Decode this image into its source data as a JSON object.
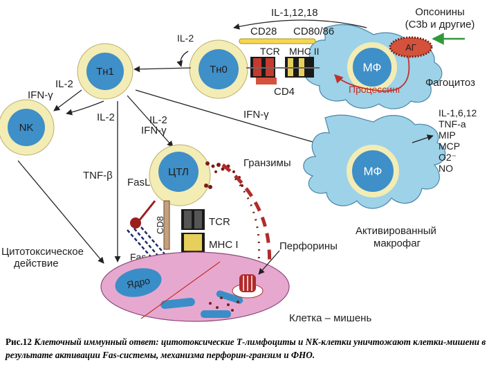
{
  "labels": {
    "il_1_12_18": "IL-1,12,18",
    "opsonins": "Опсонины",
    "c3b": "(C3b и другие)",
    "il2_top": "IL-2",
    "cd28": "CD28",
    "cd80_86": "CD80/86",
    "ag": "АГ",
    "th1": "Тн1",
    "th0": "Тн0",
    "tcr_top": "TCR",
    "mhc2": "MHC II",
    "mf_top": "МФ",
    "cd4": "CD4",
    "il2_left": "IL-2",
    "ifn_left": "IFN-γ",
    "processing": "Процессинг",
    "phagocytosis": "Фагоцитоз",
    "il2_mid1": "IL-2",
    "il2_mid2": "IL-2",
    "ifn_mid": "IFN-γ",
    "ifn_right": "IFN-γ",
    "nk": "NK",
    "cytokines": [
      "IL-1,6,12",
      "TNF-a",
      "MIP",
      "MCP",
      "O2⁻",
      "NO"
    ],
    "ctl": "ЦТЛ",
    "granzymes": "Гранзимы",
    "mf_bottom": "МФ",
    "tnf_b": "TNF-β",
    "fasl": "FasL",
    "cd8": "CD8",
    "tcr_bottom": "TCR",
    "mhc1": "MHC I",
    "activated_1": "Активированный",
    "activated_2": "макрофаг",
    "cytotoxic_1": "Цитотоксическое",
    "cytotoxic_2": "действие",
    "perforins": "Перфорины",
    "fas": "Fas",
    "nucleus": "Ядро",
    "target_cell": "Клетка – мишень"
  },
  "caption": {
    "number": "Рис.12",
    "text": "Клеточный иммунный ответ: цитотоксические Т-лимфоциты и NK-клетки уничтожают клетки-мишени в результате активации Fas-системы, механизма перфорин-гранзим и ФНО."
  },
  "colors": {
    "cell_ring": "#f3ecb4",
    "cell_core": "#3f8fc8",
    "macrophage": "#9dd2e8",
    "nucleus": "#3a8ec8",
    "target_cell": "#e7a8cf",
    "ag": "#d4523c",
    "perforin_red": "#b22a2a",
    "green_arrow": "#2f9a3a"
  }
}
